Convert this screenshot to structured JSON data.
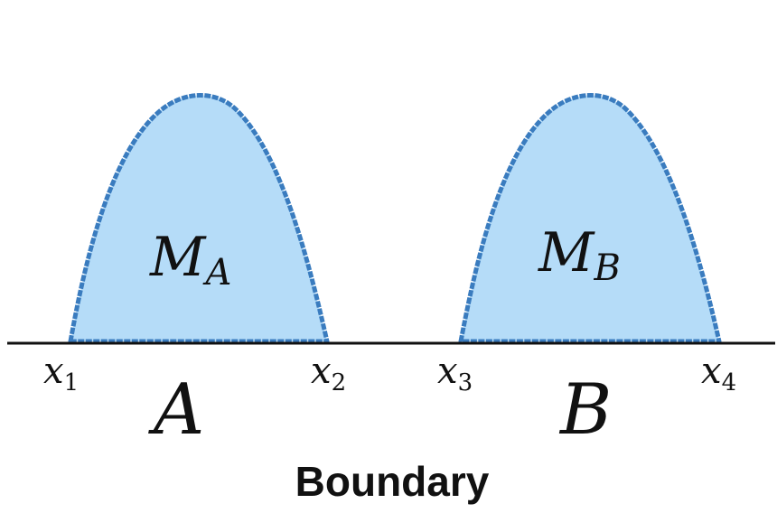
{
  "colors": {
    "region_fill": "#b5dcf8",
    "region_stroke": "#3a7cbf",
    "line": "#111111"
  },
  "regions": [
    {
      "id": "A",
      "mass_symbol": "M",
      "mass_subscript": "A",
      "left_point_symbol": "x",
      "left_point_subscript": "1",
      "right_point_symbol": "x",
      "right_point_subscript": "2",
      "region_label": "A"
    },
    {
      "id": "B",
      "mass_symbol": "M",
      "mass_subscript": "B",
      "left_point_symbol": "x",
      "left_point_subscript": "3",
      "right_point_symbol": "x",
      "right_point_subscript": "4",
      "region_label": "B"
    }
  ],
  "caption": "Boundary"
}
